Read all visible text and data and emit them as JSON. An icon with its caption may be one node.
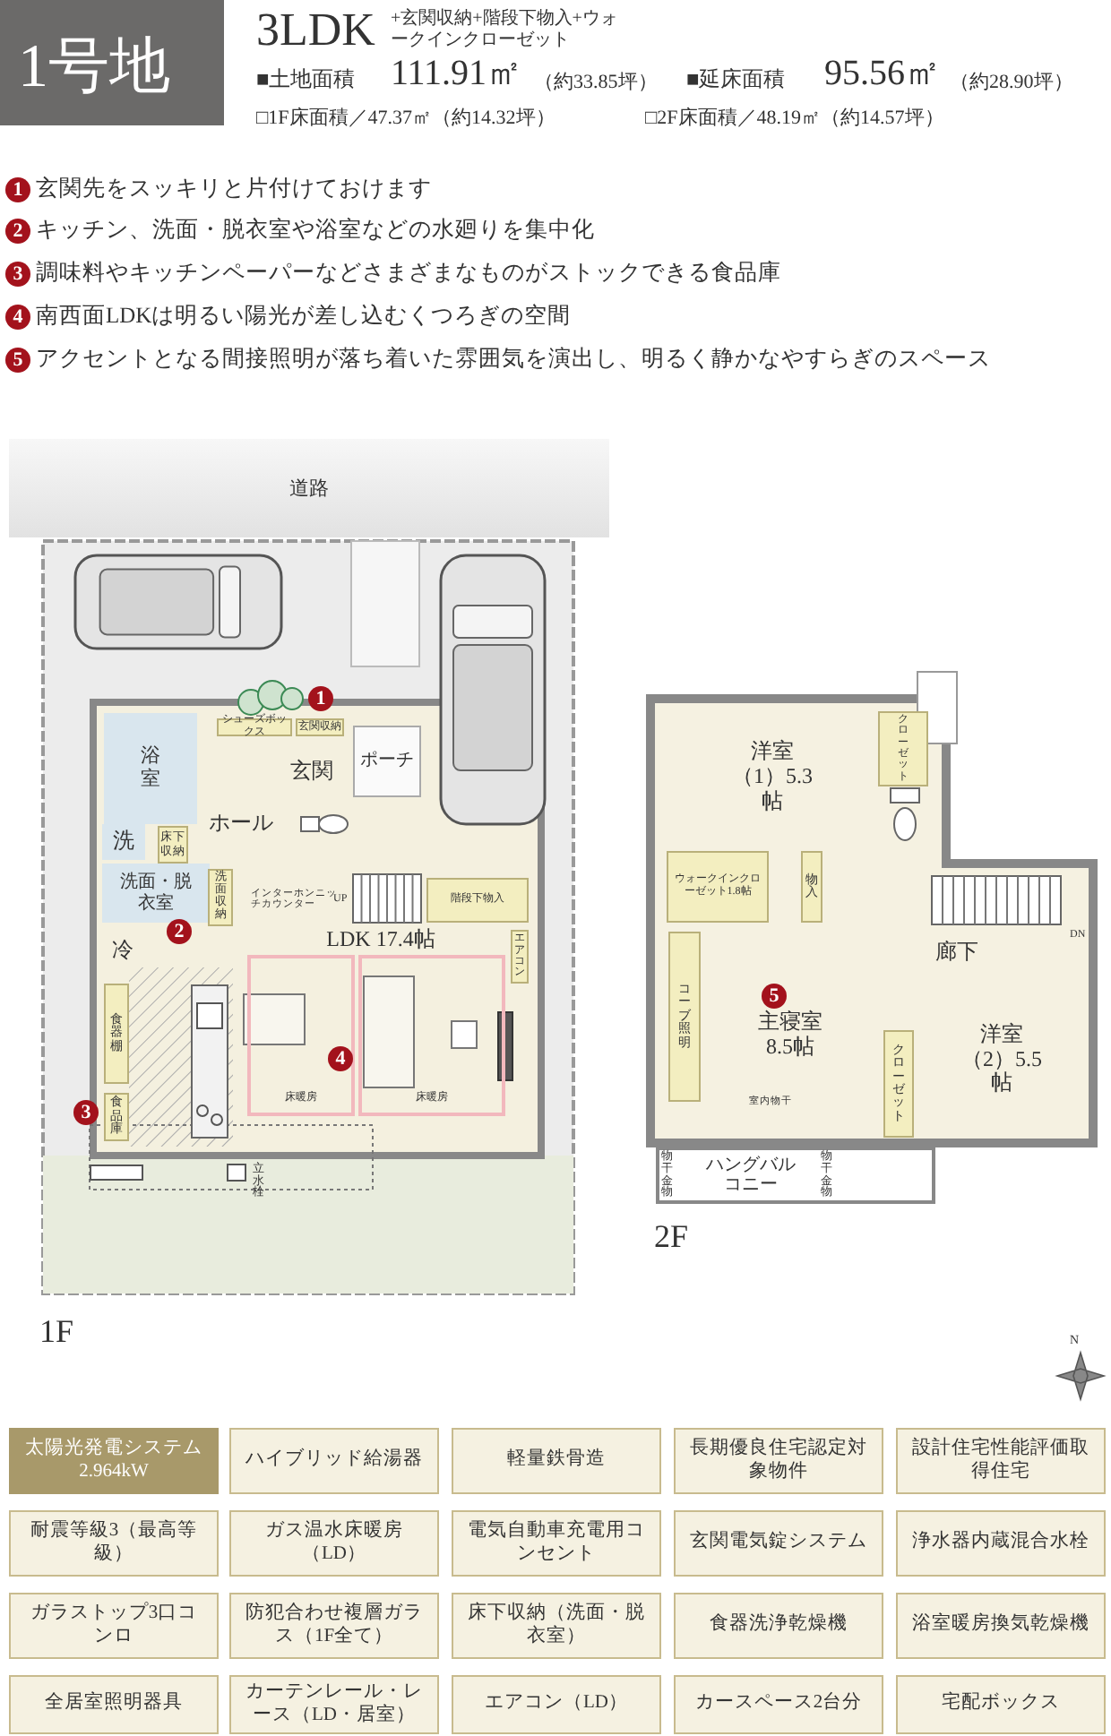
{
  "diagram": {
    "title": "1号地",
    "nodes": [
      {
        "text": [
          "道路"
        ]
      },
      {
        "text": [
          "浴室"
        ]
      },
      {
        "text": [
          "洗"
        ]
      },
      {
        "text": [
          "床下収納"
        ]
      },
      {
        "text": [
          "洗面・脱衣室"
        ]
      },
      {
        "text": [
          "洗面収納"
        ]
      },
      {
        "text": [
          "シューズボックス"
        ]
      },
      {
        "text": [
          "玄関収納"
        ]
      },
      {
        "text": [
          "玄関"
        ]
      },
      {
        "text": [
          "ポーチ"
        ]
      },
      {
        "text": [
          "ホール"
        ]
      },
      {
        "text": [
          "冷"
        ]
      },
      {
        "text": [
          "食器棚"
        ]
      },
      {
        "text": [
          "食品庫"
        ]
      },
      {
        "text": [
          "LDK 17.4帖"
        ]
      },
      {
        "text": [
          "床暖房"
        ],
        "in": 14
      },
      {
        "text": [
          "床暖房"
        ],
        "in": 14
      },
      {
        "text": [
          "階段下物入"
        ]
      },
      {
        "text": [
          "エアコン"
        ]
      },
      {
        "text": [
          "立水栓"
        ]
      },
      {
        "text": [],
        "shape": "box"
      },
      {
        "text": [
          "洋室（1）5.3帖"
        ]
      },
      {
        "text": [
          "クローゼット"
        ]
      },
      {
        "text": [
          "ウォークインクローゼット1.8帖"
        ]
      },
      {
        "text": [
          "物入"
        ]
      },
      {
        "text": [
          "主寝室8.5帖"
        ]
      },
      {
        "text": [
          "コーブ照明"
        ]
      },
      {
        "text": [
          "廊下"
        ]
      },
      {
        "text": [
          "洋室（2）5.5帖"
        ]
      },
      {
        "text": [
          "クローゼット"
        ]
      },
      {
        "text": [
          "ハングバルコニー"
        ]
      },
      {
        "text": [
          "太陽光発電システム2.964kW"
        ]
      },
      {
        "text": [
          "ハイブリッド給湯器"
        ]
      },
      {
        "text": [
          "軽量鉄骨造"
        ]
      },
      {
        "text": [
          "長期優良住宅認定対象物件"
        ]
      },
      {
        "text": [
          "設計住宅性能評価取得住宅"
        ]
      },
      {
        "text": [
          "耐震等級3（最高等級）"
        ]
      },
      {
        "text": [
          "ガス温水床暖房（LD）"
        ]
      },
      {
        "text": [
          "電気自動車充電用コンセント"
        ]
      },
      {
        "text": [
          "玄関電気錠システム"
        ]
      },
      {
        "text": [
          "浄水器内蔵混合水栓"
        ]
      },
      {
        "text": [
          "ガラストップ3口コンロ"
        ]
      },
      {
        "text": [
          "防犯合わせ複層ガラス（1F全て）"
        ]
      },
      {
        "text": [
          "床下収納（洗面・脱衣室）"
        ]
      },
      {
        "text": [
          "食器洗浄乾燥機"
        ]
      },
      {
        "text": [
          "浴室暖房換気乾燥機"
        ]
      },
      {
        "text": [
          "全居室照明器具"
        ]
      },
      {
        "text": [
          "カーテンレール・レース（LD・居室）"
        ]
      },
      {
        "text": [
          "エアコン（LD）"
        ]
      },
      {
        "text": [
          "カースペース2台分"
        ]
      },
      {
        "text": [
          "宅配ボックス"
        ]
      }
    ],
    "labels": [
      "3LDK",
      "+玄関収納+階段下物入+ウォークインクローゼット",
      "■土地面積",
      "111.91㎡",
      "（約33.85坪）",
      "■延床面積",
      "95.56㎡",
      "（約28.90坪）",
      "□1F床面積／47.37㎡（約14.32坪）",
      "□2F床面積／48.19㎡（約14.57坪）",
      "1",
      "玄関先をスッキリと片付けておけます",
      "2",
      "キッチン、洗面・脱衣室や浴室などの水廻りを集中化",
      "3",
      "調味料やキッチンペーパーなどさまざまなものがストックできる食品庫",
      "4",
      "南西面LDKは明るい陽光が差し込むくつろぎの空間",
      "5",
      "アクセントとなる間接照明が落ち着いた雰囲気を演出し、明るく静かなやすらぎのスペース",
      "1",
      "2",
      "3",
      "4",
      "インターホンニッチカウンター",
      "UP",
      "5",
      "室内物干",
      "DN",
      "物干金物",
      "物干金物",
      "1F",
      "2F",
      "N"
    ]
  }
}
